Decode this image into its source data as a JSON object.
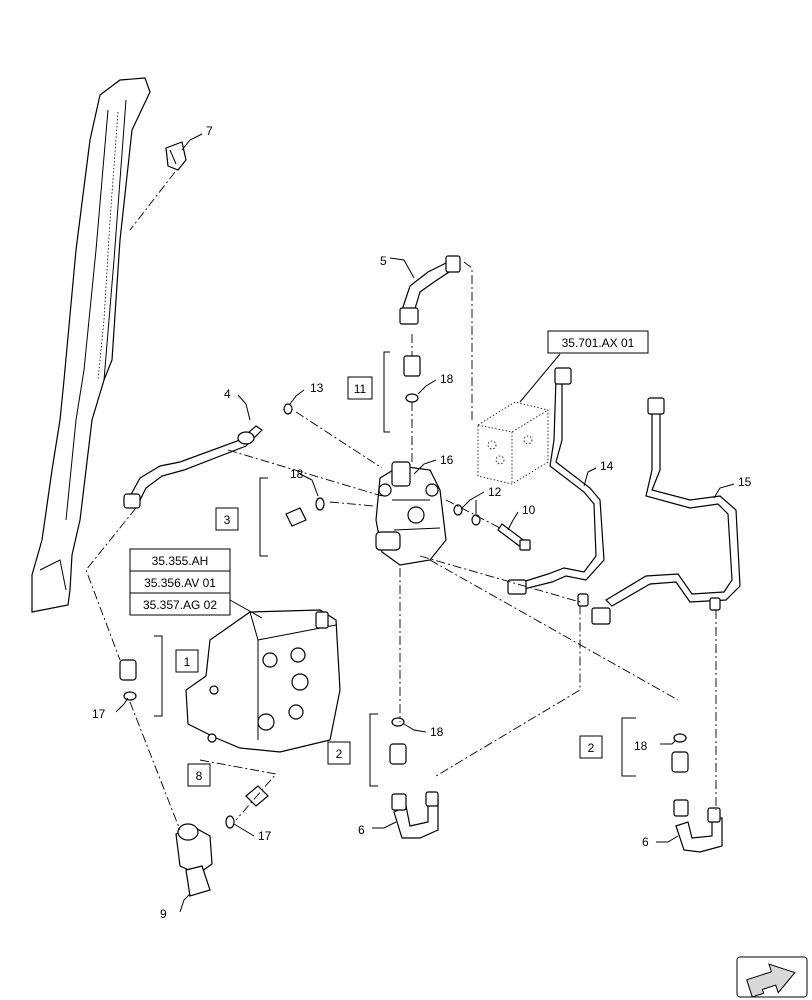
{
  "callouts": {
    "c1": "1",
    "c2a": "2",
    "c2b": "2",
    "c3": "3",
    "c4": "4",
    "c5": "5",
    "c6a": "6",
    "c6b": "6",
    "c7": "7",
    "c8": "8",
    "c9": "9",
    "c10": "10",
    "c11": "11",
    "c12": "12",
    "c13": "13",
    "c14": "14",
    "c15": "15",
    "c16": "16",
    "c17a": "17",
    "c17b": "17",
    "c18a": "18",
    "c18b": "18",
    "c18c": "18",
    "c18d": "18"
  },
  "references": {
    "manifold_ref": "35.701.AX 01",
    "valve_ref_1": "35.355.AH",
    "valve_ref_2": "35.356.AV 01",
    "valve_ref_3": "35.357.AG 02"
  },
  "icons": {
    "nav": "back-arrow-icon"
  }
}
